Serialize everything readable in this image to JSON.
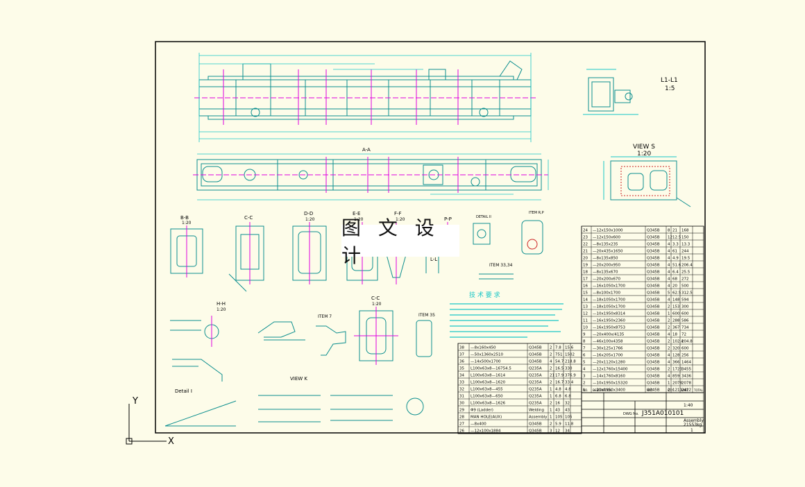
{
  "colors": {
    "background": "#fdfce9",
    "frame": "#000000",
    "geometry": "#0b8e8e",
    "dims": "#18c6c6",
    "centerline": "#e000e0",
    "detail": "#cc2222"
  },
  "watermark": "图 文 设 计",
  "section_labels": {
    "aa": "A-A",
    "bb": "B-B",
    "cc": "C-C",
    "dd": "D-D",
    "ee": "E-E",
    "ff": "F-F",
    "pp": "P-P",
    "ll": "L-L",
    "hh": "H-H",
    "l1": "L1-L1",
    "l1_scale": "1:5",
    "view_s": "VIEW S",
    "view_s_scale": "1:20",
    "view_k": "VIEW K",
    "detail_ii": "DETAIL II",
    "detail_i": "Detail I",
    "item7": "ITEM 7",
    "item35": "ITEM 35",
    "item33": "ITEM 33,34",
    "item_rp": "ITEM R,P",
    "scale_20": "1:20"
  },
  "tech_req_title": "技 术 要 求",
  "part_table_right": [
    [
      "24",
      "—12x150x1000",
      "Q345B",
      "8",
      "21",
      "168"
    ],
    [
      "23",
      "—12x150x600",
      "Q345B",
      "12",
      "12.5",
      "150"
    ],
    [
      "22",
      "—8x135x235",
      "Q345B",
      "4",
      "3.3",
      "13.3"
    ],
    [
      "21",
      "—20x435x1650",
      "Q345B",
      "4",
      "61",
      "244"
    ],
    [
      "20",
      "—8x135x850",
      "Q345B",
      "4",
      "4.9",
      "19.5"
    ],
    [
      "19",
      "—20x200x950",
      "Q345B",
      "4",
      "51.6",
      "206.4"
    ],
    [
      "18",
      "—8x135x670",
      "Q345B",
      "4",
      "6.4",
      "25.5"
    ],
    [
      "17",
      "—20x200x670",
      "Q345B",
      "4",
      "68",
      "272"
    ],
    [
      "16",
      "—16x1050x1700",
      "Q345B",
      "4",
      "20",
      "500"
    ],
    [
      "15",
      "—8x100x1700",
      "Q345B",
      "5",
      "62.5",
      "312.5"
    ],
    [
      "14",
      "—18x1050x1700",
      "Q345B",
      "4",
      "148",
      "594"
    ],
    [
      "13",
      "—18x1050x1700",
      "Q345B",
      "2",
      "153",
      "300"
    ],
    [
      "12",
      "—10x1950x8314",
      "Q345B",
      "1",
      "600",
      "600"
    ],
    [
      "11",
      "—16x1950x2360",
      "Q345B",
      "2",
      "288",
      "586"
    ],
    [
      "10",
      "—16x1950x8753",
      "Q345B",
      "2",
      "367",
      "734"
    ],
    [
      "9",
      "—20x400x/4135",
      "Q345B",
      "4",
      "18",
      "72"
    ],
    [
      "8",
      "—46x100x4358",
      "Q345B",
      "2",
      "102.4",
      "204.8"
    ],
    [
      "7",
      "—30x125x1766",
      "Q345B",
      "2",
      "320",
      "600"
    ],
    [
      "6",
      "—16x205x1700",
      "Q345B",
      "4",
      "128",
      "256"
    ],
    [
      "5",
      "—20x1120x1280",
      "Q345B",
      "4",
      "366",
      "1464"
    ],
    [
      "4",
      "—12x1760x15400",
      "Q345B",
      "2",
      "1723",
      "3455"
    ],
    [
      "3",
      "—14x1760x8160",
      "Q345B",
      "4",
      "859",
      "3436"
    ],
    [
      "2",
      "—10x1950x15320",
      "Q345B",
      "1",
      "2078",
      "2078"
    ],
    [
      "1",
      "—20x1950x3400",
      "Q345B",
      "2",
      "1211",
      "2422"
    ]
  ],
  "part_table_left": [
    [
      "38",
      "—8x160x450",
      "Q345B",
      "2",
      "7.8",
      "15.6"
    ],
    [
      "37",
      "—50x1360x2510",
      "Q345B",
      "2",
      "751",
      "1502"
    ],
    [
      "36",
      "—14x500x1700",
      "Q345B",
      "4",
      "54.7",
      "218.8"
    ],
    [
      "35",
      "L100x63x8—16754.5",
      "Q235A",
      "2",
      "16.5",
      "330"
    ],
    [
      "34",
      "L100x63x8—1614",
      "Q235A",
      "21",
      "17.9",
      "376.9"
    ],
    [
      "33",
      "L100x63x8—1620",
      "Q235A",
      "2",
      "16.7",
      "33.4"
    ],
    [
      "32",
      "L100x63x8—455",
      "Q235A",
      "1",
      "4.8",
      "4.8"
    ],
    [
      "31",
      "L100x63x8—650",
      "Q235A",
      "1",
      "6.8",
      "6.8"
    ],
    [
      "30",
      "L100x63x8—1626",
      "Q235A",
      "2",
      "16",
      "32"
    ],
    [
      "29",
      "Φ9 (Ladder)",
      "Welding",
      "1",
      "43",
      "43"
    ],
    [
      "28",
      "MAN HOLE(AUX)",
      "Assembly",
      "1",
      "105",
      "105"
    ],
    [
      "27",
      "—8x400",
      "Q345B",
      "2",
      "5.9",
      "11.8"
    ],
    [
      "26",
      "—12x100x1884",
      "Q345B",
      "3",
      "12",
      "34"
    ]
  ],
  "title_block": {
    "drawing_no_label": "DWG No.",
    "drawing_no": "J351A010101",
    "scale": "1:40",
    "weight": "21553kg",
    "type": "Assembly",
    "sheet": "1"
  },
  "header_row": [
    "NO.",
    "DESCRIPTION",
    "MAT.",
    "QTY",
    "UNIT",
    "TOTAL"
  ],
  "axis": {
    "x": "X",
    "y": "Y"
  }
}
